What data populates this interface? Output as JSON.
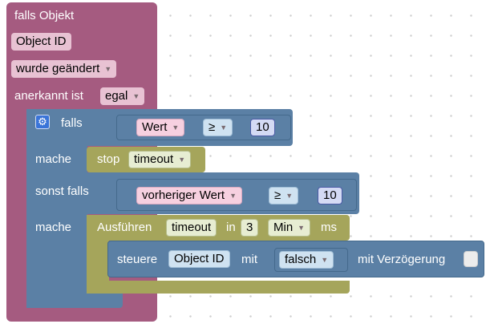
{
  "event_block": {
    "title": "falls Objekt",
    "object_id": "Object ID",
    "changed_option": "wurde geändert",
    "ack_label": "anerkannt ist",
    "ack_option": "egal"
  },
  "if_block": {
    "if_label": "falls",
    "do_label_1": "mache",
    "elseif_label": "sonst falls",
    "do_label_2": "mache",
    "cond1": {
      "var": "Wert",
      "op": "≥",
      "value": "10"
    },
    "cond2": {
      "var": "vorheriger Wert",
      "op": "≥",
      "value": "10"
    }
  },
  "stop_block": {
    "label": "stop",
    "timer": "timeout"
  },
  "timeout_block": {
    "label": "Ausführen",
    "timer": "timeout",
    "in_label": "in",
    "amount": "3",
    "unit": "Min",
    "ms_label": "ms"
  },
  "control_block": {
    "label": "steuere",
    "object_id": "Object ID",
    "with_label": "mit",
    "bool_value": "falsch",
    "delay_label": "mit Verzögerung"
  },
  "icons": {
    "gear": "gear-icon",
    "dropdown": "dropdown-arrow-icon"
  },
  "colors": {
    "event_block": "#a55b80",
    "logic_block": "#5b80a5",
    "timer_block": "#a5a55b",
    "gear_icon": "#3a74d8"
  }
}
